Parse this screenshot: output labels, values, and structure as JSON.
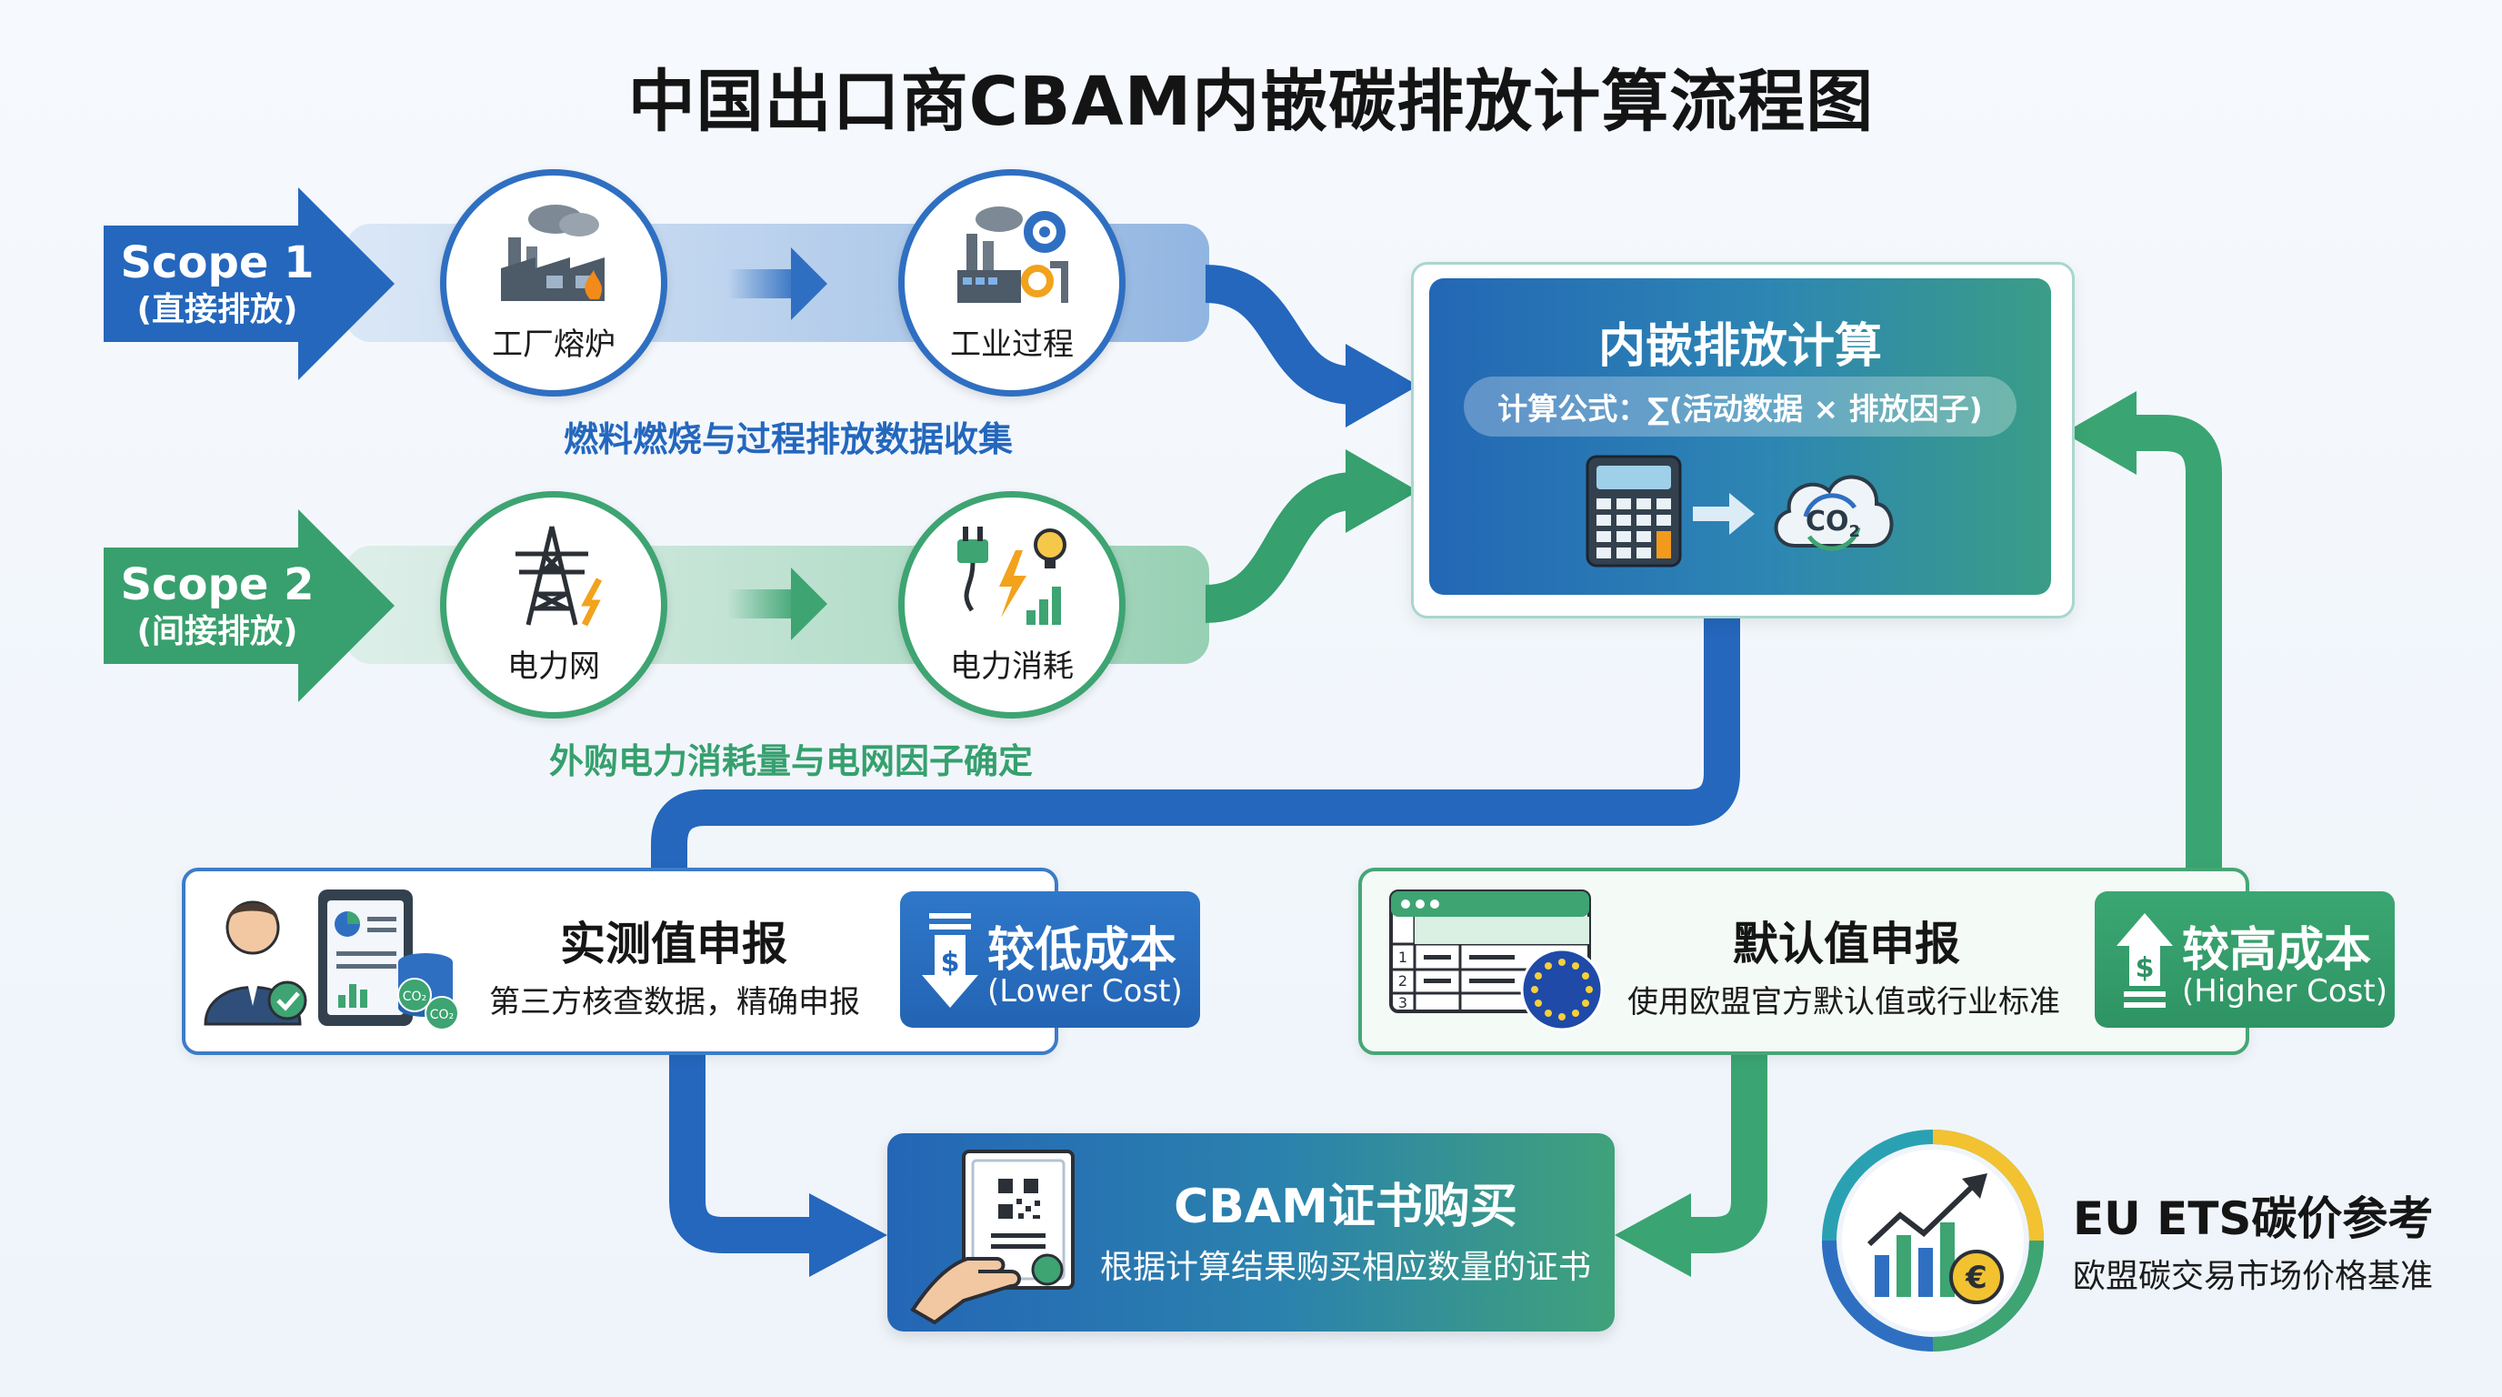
{
  "title": "中国出口商CBAM内嵌碳排放计算流程图",
  "scope1": {
    "name": "Scope 1",
    "sub": "(直接排放)",
    "nodes": [
      {
        "label": "工厂熔炉",
        "icon": "factory-furnace-icon"
      },
      {
        "label": "工业过程",
        "icon": "industrial-process-icon"
      }
    ],
    "caption": "燃料燃烧与过程排放数据收集"
  },
  "scope2": {
    "name": "Scope 2",
    "sub": "(间接排放)",
    "nodes": [
      {
        "label": "电力网",
        "icon": "power-grid-icon"
      },
      {
        "label": "电力消耗",
        "icon": "power-consumption-icon"
      }
    ],
    "caption": "外购电力消耗量与电网因子确定"
  },
  "calc": {
    "title": "内嵌排放计算",
    "formula": "计算公式：∑(活动数据 × 排放因子)",
    "co2_label": "CO",
    "co2_sub": "2"
  },
  "actual": {
    "title": "实测值申报",
    "desc": "第三方核查数据，精确申报",
    "badge_main": "较低成本",
    "badge_sub": "(Lower Cost)",
    "badge_symbol": "$",
    "co2_tag": "CO₂"
  },
  "default": {
    "title": "默认值申报",
    "desc": "使用欧盟官方默认值或行业标准",
    "badge_main": "较高成本",
    "badge_sub": "(Higher Cost)",
    "badge_symbol": "$",
    "rows": [
      "1",
      "2",
      "3"
    ]
  },
  "certificate": {
    "title": "CBAM证书购买",
    "desc": "根据计算结果购买相应数量的证书"
  },
  "ets": {
    "title": "EU ETS碳价参考",
    "desc": "欧盟碳交易市场价格基准",
    "currency_symbol": "€"
  },
  "colors": {
    "blue": "#2f6fc2",
    "green": "#3da472",
    "yellow": "#f2c230",
    "teal": "#2aa1b3"
  }
}
